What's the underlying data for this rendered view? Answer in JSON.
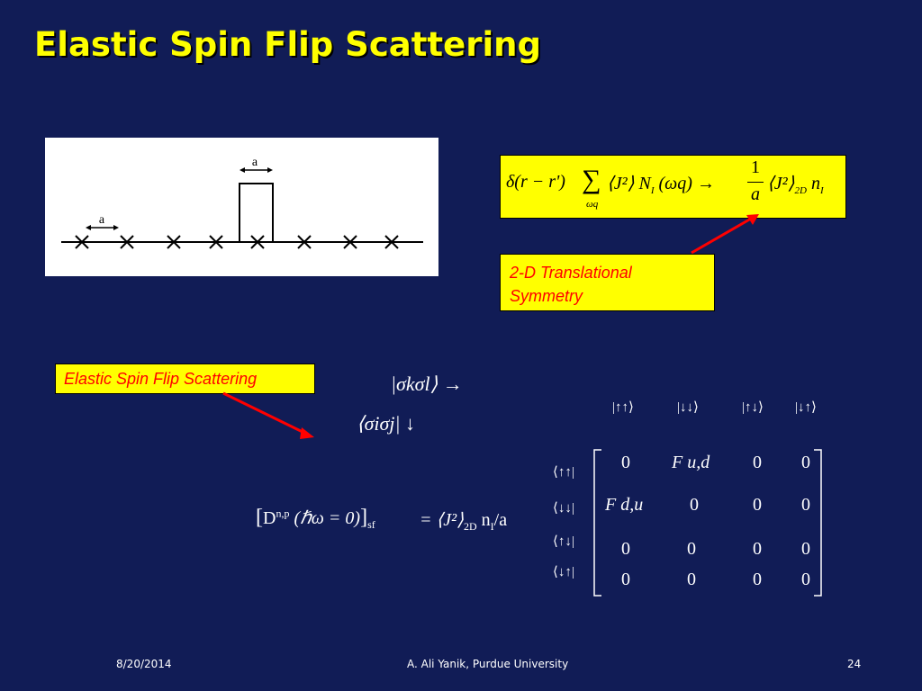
{
  "slide": {
    "title": "Elastic Spin Flip Scattering",
    "lattice": {
      "spacing_label_top": "a",
      "spacing_label_left": "a"
    },
    "formula_box": {
      "delta": "δ",
      "lhs": "(r − r')",
      "sigma": "∑",
      "sum_sub": "ωq",
      "term1": "⟨J²⟩ N",
      "term1_sub": "I",
      "omega": "(ωq)",
      "arrow": "→",
      "frac_num": "1",
      "frac_den": "a",
      "term2": "⟨J²⟩",
      "term2_sub": "2D",
      "n": "n",
      "n_sub": "I"
    },
    "translational_box": {
      "line1": "2-D Translational",
      "line2": "Symmetry"
    },
    "elastic_box": {
      "label": "Elastic Spin Flip Scattering"
    },
    "ket_top": "|σkσl⟩ →",
    "bra_bottom": "⟨σiσj| ↓",
    "column_headers": [
      "|↑↑⟩",
      "|↓↓⟩",
      "|↑↓⟩",
      "|↓↑⟩"
    ],
    "row_headers": [
      "⟨↑↑|",
      "⟨↓↓|",
      "⟨↑↓|",
      "⟨↓↑|"
    ],
    "d_formula": {
      "lhs": "D",
      "sup": "n,p",
      "arg": "(ℏω = 0)",
      "sub": "sf",
      "eq": "= ⟨J²⟩",
      "sub2": "2D",
      "tail": "n",
      "tail_sub": "I",
      "tail_end": "/a"
    },
    "matrix": [
      [
        "0",
        "F u,d",
        "0",
        "0"
      ],
      [
        "F d,u",
        "0",
        "0",
        "0"
      ],
      [
        "0",
        "0",
        "0",
        "0"
      ],
      [
        "0",
        "0",
        "0",
        "0"
      ]
    ],
    "footer": {
      "date": "8/20/2014",
      "center": "A. Ali Yanik, Purdue University",
      "page": "24"
    },
    "colors": {
      "background": "#111c56",
      "title": "#ffff00",
      "box": "#ffff00",
      "label_text": "#ff0000",
      "arrow": "#ff0000"
    }
  }
}
